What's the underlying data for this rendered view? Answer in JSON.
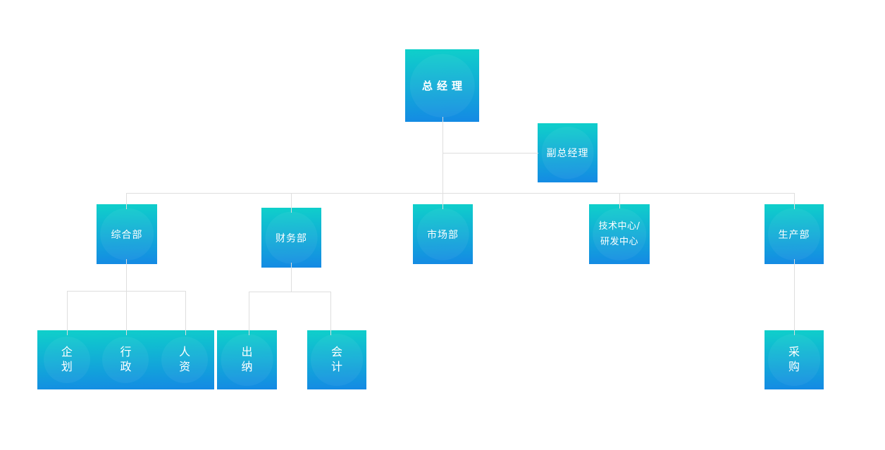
{
  "palette": {
    "node_gradient_top": "#0fd0ca",
    "node_gradient_bottom": "#1489e4",
    "connector_color": "#dedede",
    "node_text_color": "#ffffff",
    "page_background": "#ffffff"
  },
  "org_chart": {
    "root": {
      "label": "总经理"
    },
    "deputy": {
      "label": "副总经理"
    },
    "departments": [
      {
        "label": "综合部",
        "children": [
          "企划",
          "行政",
          "人资"
        ]
      },
      {
        "label": "财务部",
        "children": [
          "出纳",
          "会计"
        ]
      },
      {
        "label": "市场部",
        "children": []
      },
      {
        "label_line1": "技术中心/",
        "label_line2": "研发中心",
        "children": []
      },
      {
        "label": "生产部",
        "children": [
          "采购"
        ]
      }
    ]
  }
}
